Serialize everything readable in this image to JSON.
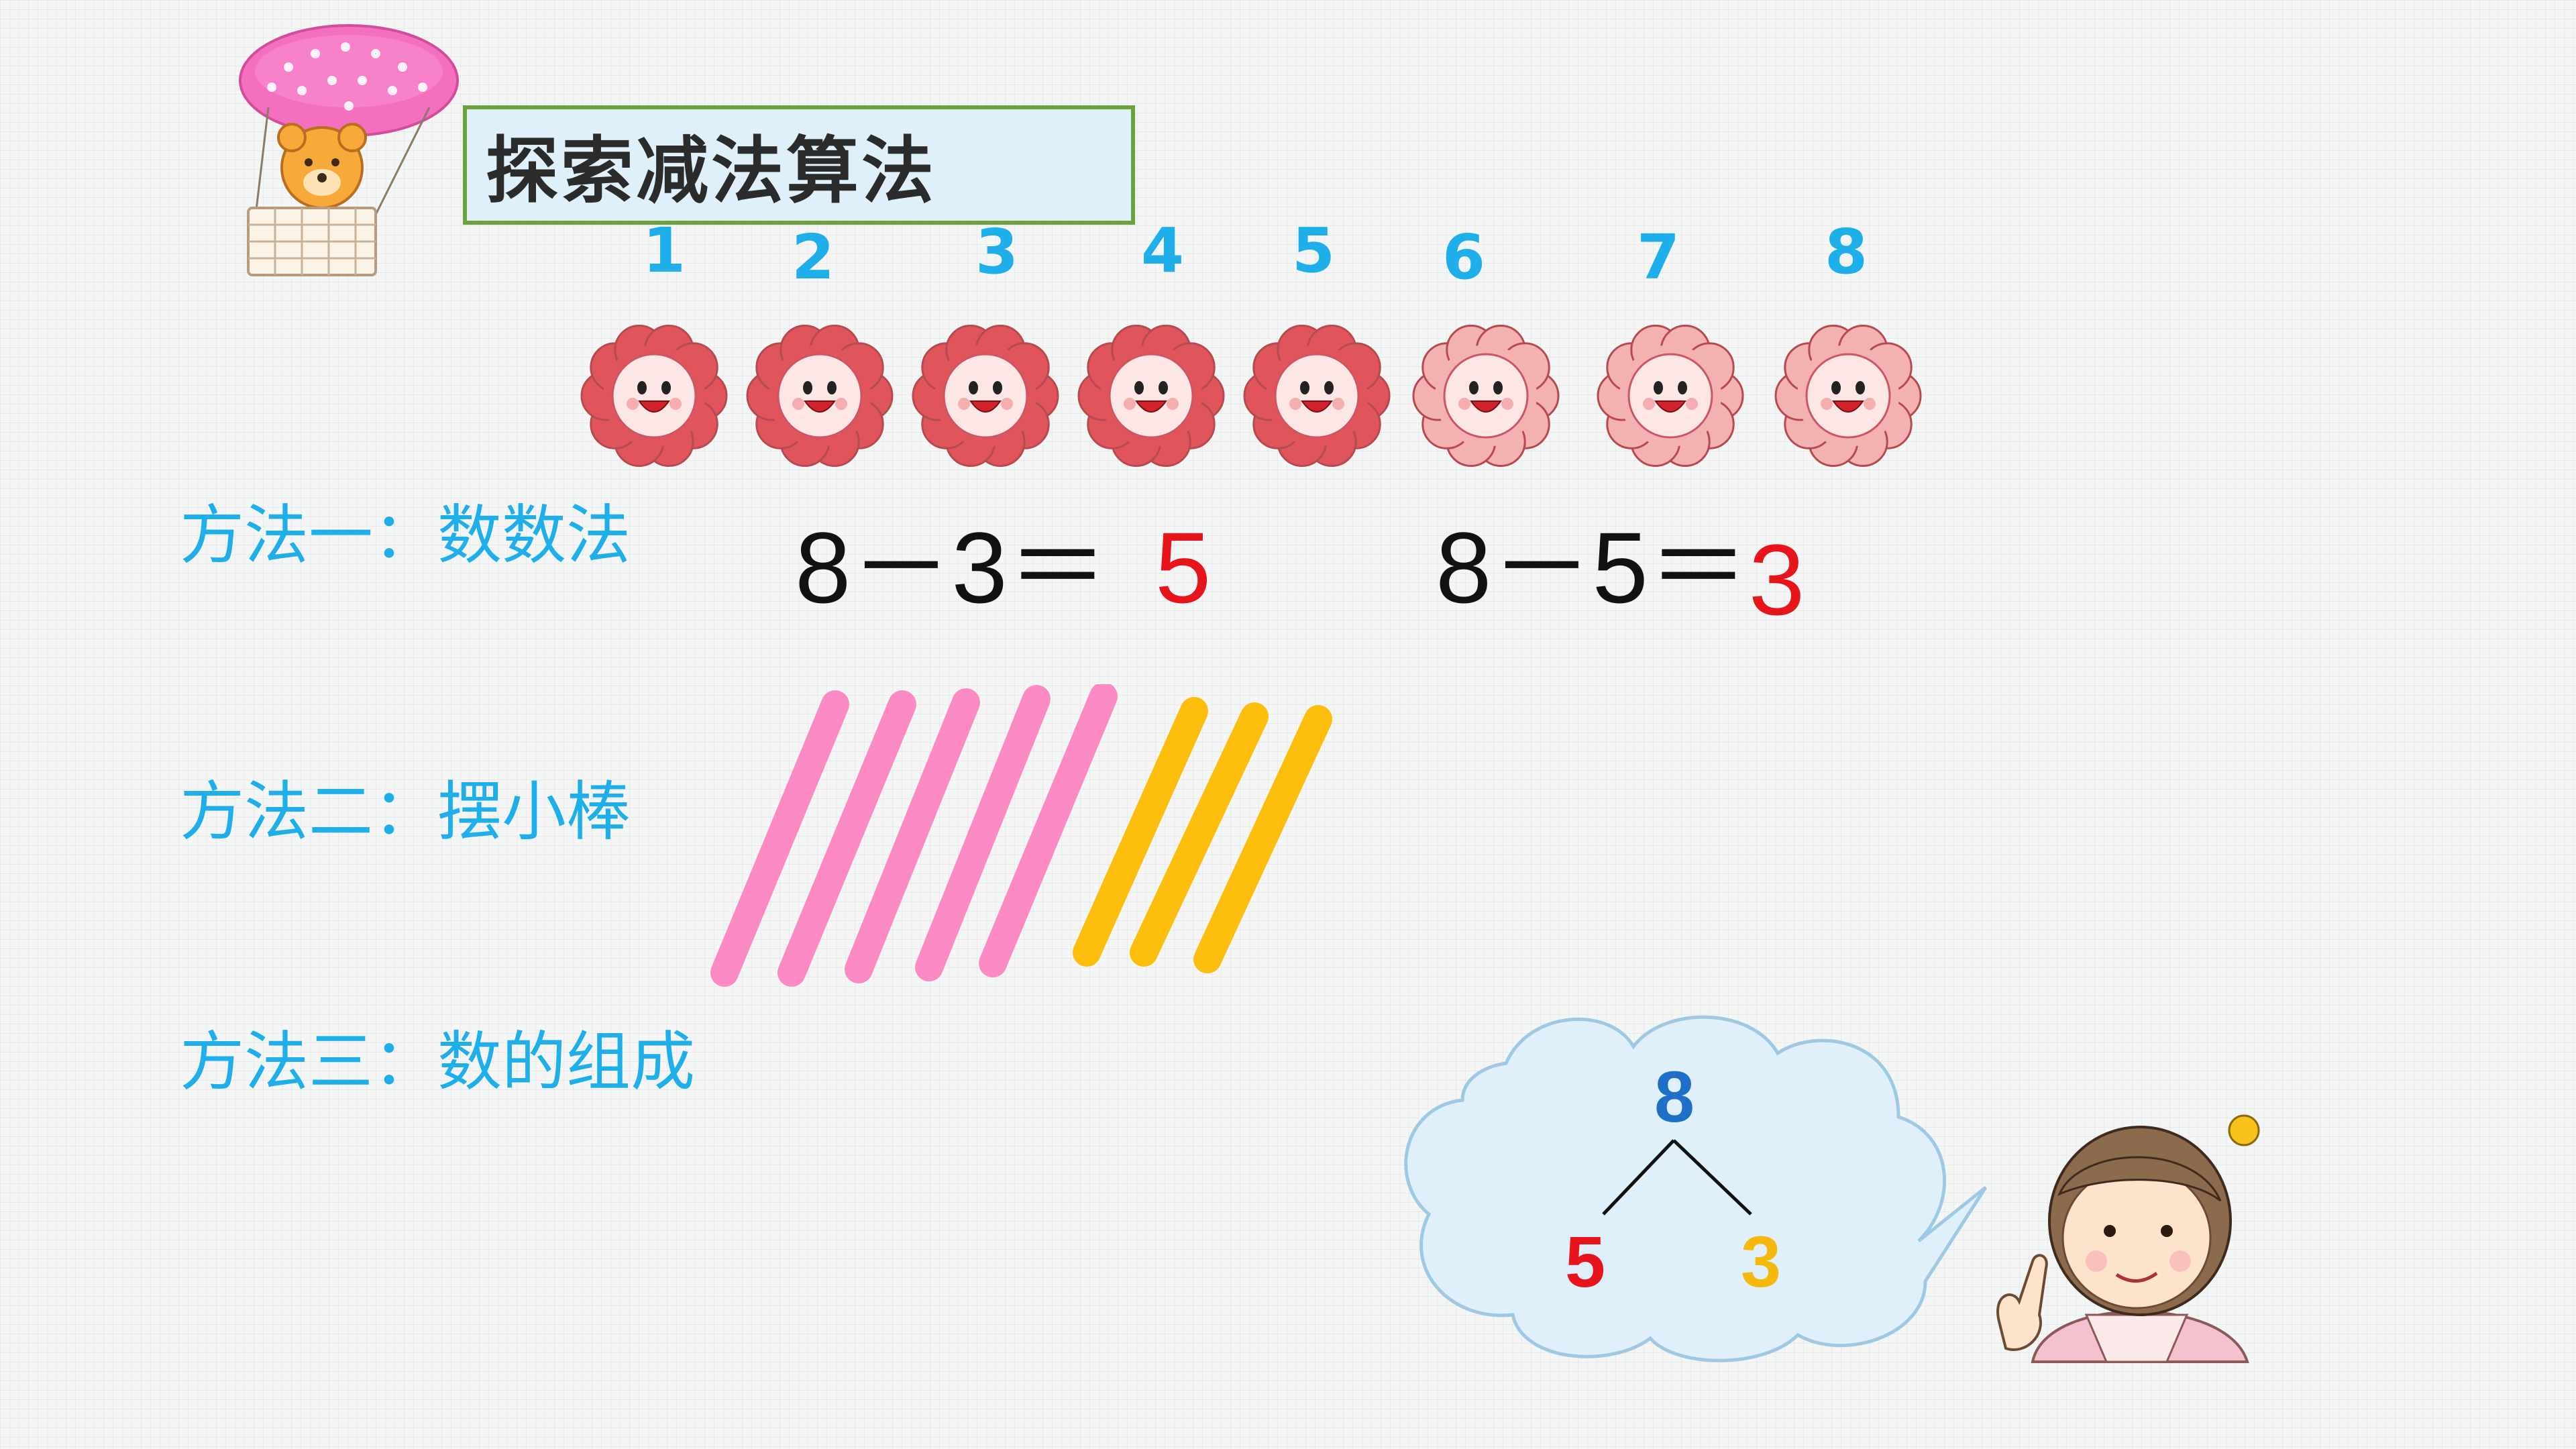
{
  "title": "探索减法算法",
  "counting_labels": [
    "1",
    "2",
    "3",
    "4",
    "5",
    "6",
    "7",
    "8"
  ],
  "flowers": {
    "total": 8,
    "dark": 5,
    "light": 3,
    "dark_color": "#e0555c",
    "light_color": "#f4b1b1"
  },
  "methods": {
    "m1": "方法一：数数法",
    "m2": "方法二：摆小棒",
    "m3": "方法三：数的组成"
  },
  "equations": {
    "e1": {
      "lhs": "8－3＝",
      "result": "5"
    },
    "e2": {
      "lhs": "8－5＝",
      "result": "3"
    }
  },
  "sticks": {
    "pink": 5,
    "yellow": 3,
    "pink_color": "#fb89c4",
    "yellow_color": "#fcbd0d"
  },
  "composition": {
    "whole": "8",
    "left": "5",
    "right": "3",
    "whole_color": "#1f6fc9",
    "left_color": "#e8141b",
    "right_color": "#f6b80c"
  },
  "colors": {
    "accent_blue": "#1eaee9",
    "answer_red": "#e8141b",
    "title_border": "#6ca23a"
  }
}
